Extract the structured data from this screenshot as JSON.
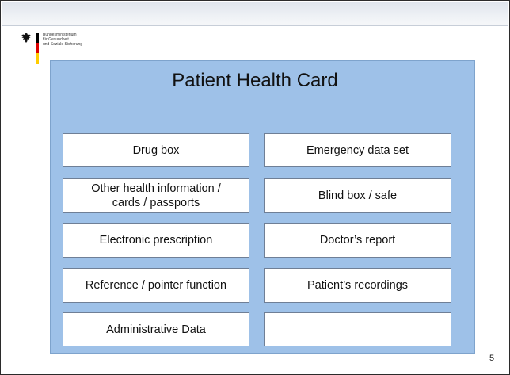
{
  "logo": {
    "icon": "federal-eagle-icon",
    "flag_colors": [
      "#000000",
      "#dd0000",
      "#ffcc00"
    ],
    "lines": [
      "Bundesministerium",
      "für Gesundheit",
      "und Soziale Sicherung"
    ]
  },
  "panel": {
    "title": "Patient Health Card",
    "background": "#9ec1e8"
  },
  "boxes": {
    "drug_box": "Drug box",
    "emergency_data_set": "Emergency data set",
    "other_health_info_line1": "Other health information /",
    "other_health_info_line2": "cards / passports",
    "blind_box_safe": "Blind box / safe",
    "electronic_prescription": "Electronic prescription",
    "doctors_report": "Doctor’s report",
    "reference_pointer_function": "Reference / pointer function",
    "patients_recordings": "Patient’s recordings",
    "administrative_data": "Administrative Data",
    "empty_box": ""
  },
  "footer": {
    "page_number": "5"
  }
}
